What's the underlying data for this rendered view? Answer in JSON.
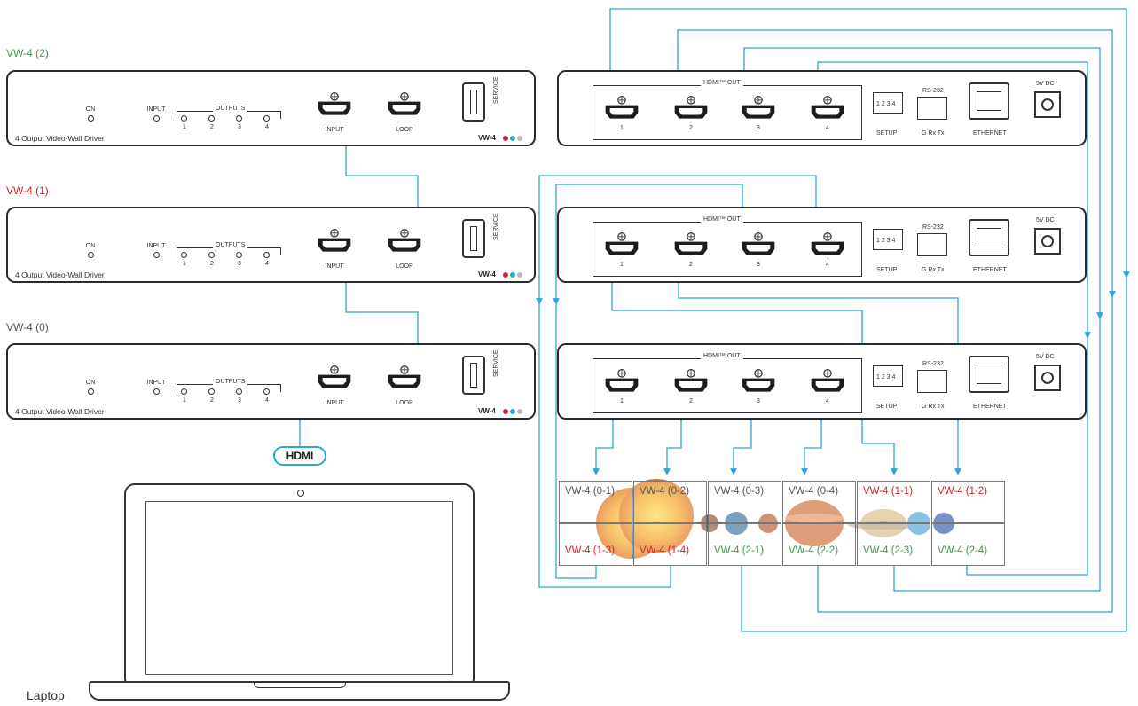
{
  "colors": {
    "cable": "#29a8d8",
    "green_label": "#3d9a46",
    "red_label": "#d2232a",
    "gray_label": "#555555",
    "brand_red": "#c8282e",
    "brand_blue": "#29a8d8",
    "brand_gray": "#bbbbbb"
  },
  "front_units": [
    {
      "label": "VW-4 (2)",
      "label_color": "green"
    },
    {
      "label": "VW-4 (1)",
      "label_color": "red"
    },
    {
      "label": "VW-4 (0)",
      "label_color": "gray"
    }
  ],
  "front_panel": {
    "on": "ON",
    "input": "INPUT",
    "outputs": "OUTPUTS",
    "output_numbers": [
      "1",
      "2",
      "3",
      "4"
    ],
    "description": "4 Output Video-Wall Driver",
    "input_port": "INPUT",
    "loop_port": "LOOP",
    "service": "SERVICE",
    "brand": "VW-4"
  },
  "rear_panel": {
    "hdmi_out": "HDMI™ OUT",
    "port_numbers": [
      "1",
      "2",
      "3",
      "4"
    ],
    "setup": "SETUP",
    "dip_numbers": "1 2 3 4",
    "rs232": "RS-232",
    "rs232_pins": "G  Rx  Tx",
    "ethernet": "ETHERNET",
    "dc": "5V DC"
  },
  "hdmi_badge": "HDMI",
  "laptop_label": "Laptop",
  "video_wall": {
    "row1": [
      {
        "text": "VW-4 (0-1)",
        "color": "gray"
      },
      {
        "text": "VW-4 (0-2)",
        "color": "gray"
      },
      {
        "text": "VW-4 (0-3)",
        "color": "gray"
      },
      {
        "text": "VW-4 (0-4)",
        "color": "gray"
      },
      {
        "text": "VW-4 (1-1)",
        "color": "red"
      },
      {
        "text": "VW-4 (1-2)",
        "color": "red"
      }
    ],
    "row2": [
      {
        "text": "VW-4 (1-3)",
        "color": "red"
      },
      {
        "text": "VW-4 (1-4)",
        "color": "red"
      },
      {
        "text": "VW-4 (2-1)",
        "color": "green"
      },
      {
        "text": "VW-4 (2-2)",
        "color": "green"
      },
      {
        "text": "VW-4 (2-3)",
        "color": "green"
      },
      {
        "text": "VW-4 (2-4)",
        "color": "green"
      }
    ]
  }
}
